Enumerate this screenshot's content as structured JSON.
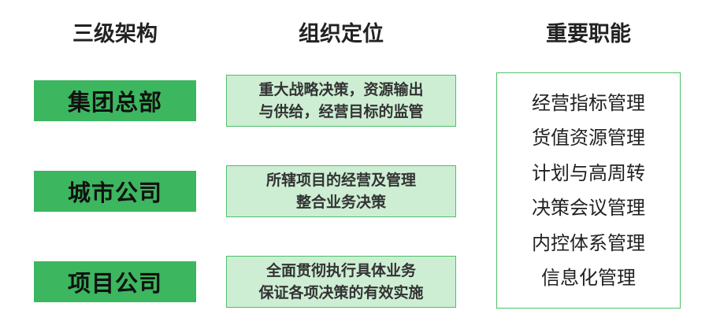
{
  "headers": {
    "tiers": "三级架构",
    "positioning": "组织定位",
    "functions": "重要职能"
  },
  "tiers": [
    {
      "label": "集团总部",
      "positioning": [
        "重大战略决策，资源输出",
        "与供给，经营目标的监管"
      ]
    },
    {
      "label": "城市公司",
      "positioning": [
        "所辖项目的经营及管理",
        "整合业务决策"
      ]
    },
    {
      "label": "项目公司",
      "positioning": [
        "全面贯彻执行具体业务",
        "保证各项决策的有效实施"
      ]
    }
  ],
  "functions": [
    "经营指标管理",
    "货值资源管理",
    "计划与高周转",
    "决策会议管理",
    "内控体系管理",
    "信息化管理"
  ],
  "colors": {
    "tier_fill": "#3cb65f",
    "positioning_fill": "#cdeed3",
    "border": "#4fbf6a"
  }
}
